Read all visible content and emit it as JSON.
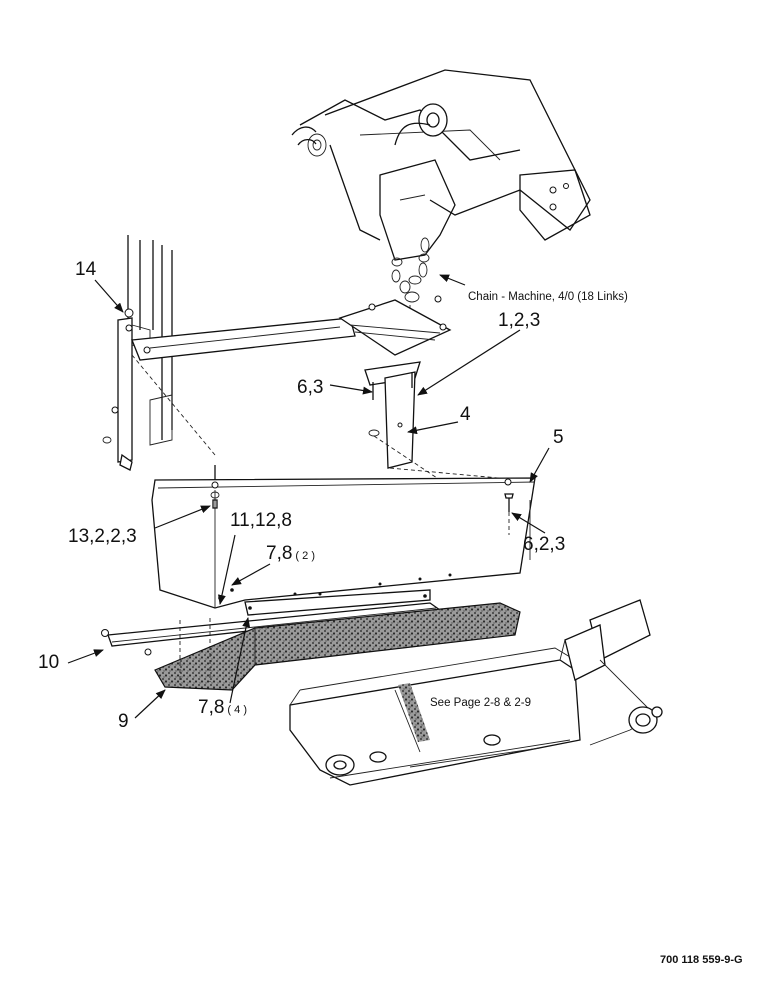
{
  "callouts": {
    "c14": "14",
    "c1_2_3": "1,2,3",
    "c6_3": "6,3",
    "c4": "4",
    "c5": "5",
    "c13_2_2_3": "13,2,2,3",
    "c11_12_8": "11,12,8",
    "c7_8_top": "7,8",
    "c7_8_top_qty": "( 2 )",
    "c6_2_3": "6,2,3",
    "c10": "10",
    "c9": "9",
    "c7_8_bottom": "7,8",
    "c7_8_bottom_qty": "( 4 )"
  },
  "notes": {
    "chain": "Chain - Machine, 4/0 (18 Links)",
    "see_page": "See Page 2-8 & 2-9"
  },
  "footer": {
    "reference": "700 118 559-9-G"
  }
}
